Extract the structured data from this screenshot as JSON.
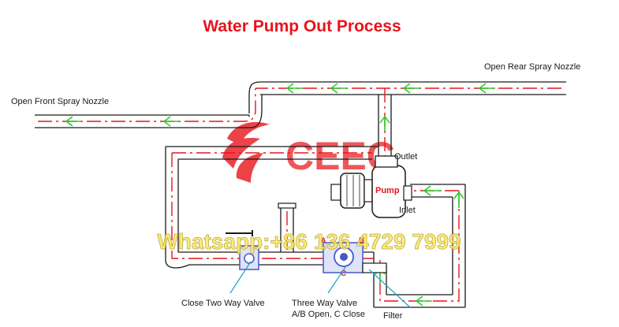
{
  "title": "Water Pump Out Process",
  "labels": {
    "open_rear_spray_nozzle": "Open Rear Spray Nozzle",
    "open_front_spray_nozzle": "Open Front Spray Nozzle",
    "outlet": "Outlet",
    "pump": "Pump",
    "inlet": "Inlet",
    "close_two_way_valve": "Close Two Way Valve",
    "three_way_valve_line1": "Three Way Valve",
    "three_way_valve_line2": "A/B Open, C Close",
    "filter": "Filter",
    "port_a": "A",
    "port_b": "B",
    "port_c": "C"
  },
  "watermark": {
    "brand": "CEEC",
    "contact": "Whatsapp:+86 136 4729 7999"
  },
  "colors": {
    "title": "#e8141b",
    "flow_line": "#e8141b",
    "flow_arrow": "#2ecc2e",
    "pipe": "#1a1a1a",
    "callout": "#1aa3c8",
    "valve_blue": "#4a55c8",
    "watermark_brand": "#e8141b",
    "watermark_contact": "#ffe95a"
  }
}
